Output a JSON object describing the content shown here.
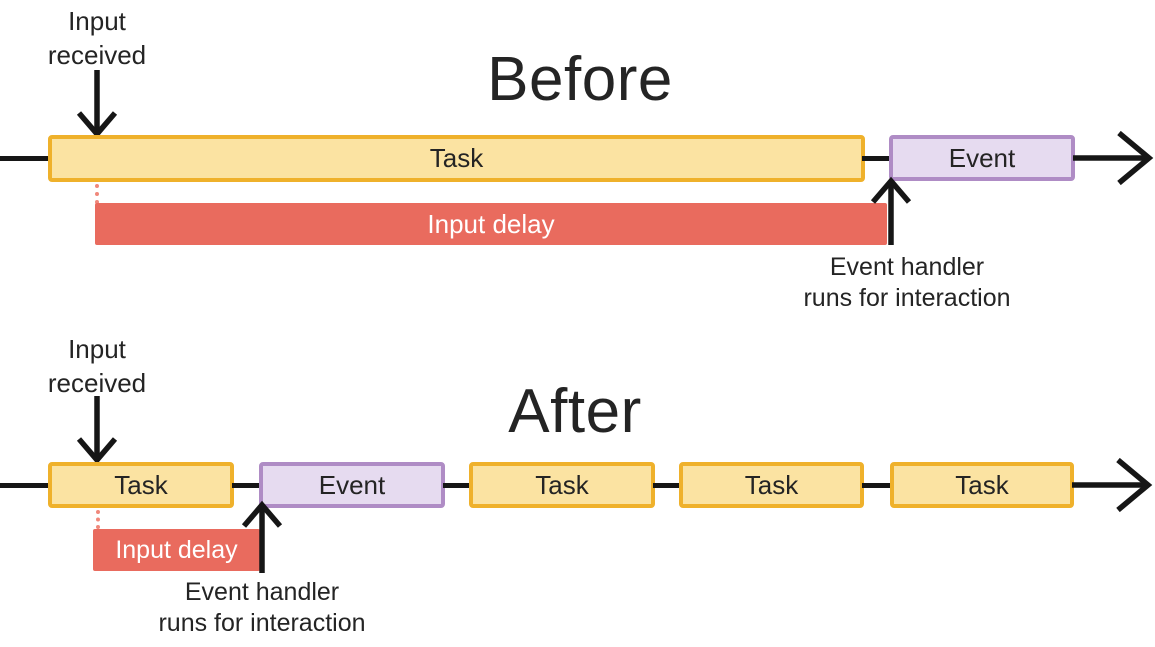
{
  "colors": {
    "yellow_border": "#EFB12B",
    "yellow_fill": "#FBE3A2",
    "purple_border": "#AF8CC5",
    "purple_fill": "#E6DBF0",
    "red": "#E96B5E",
    "red_dotted": "#F0887B",
    "line": "#161616",
    "text": "#242424"
  },
  "before": {
    "title": "Before",
    "input_received_label": "Input\nreceived",
    "task_label": "Task",
    "event_label": "Event",
    "input_delay_label": "Input delay",
    "event_handler_note": "Event handler\nruns for interaction"
  },
  "after": {
    "title": "After",
    "input_received_label": "Input\nreceived",
    "task_labels": [
      "Task",
      "Task",
      "Task",
      "Task"
    ],
    "event_label": "Event",
    "input_delay_label": "Input delay",
    "event_handler_note": "Event handler\nruns for interaction"
  }
}
